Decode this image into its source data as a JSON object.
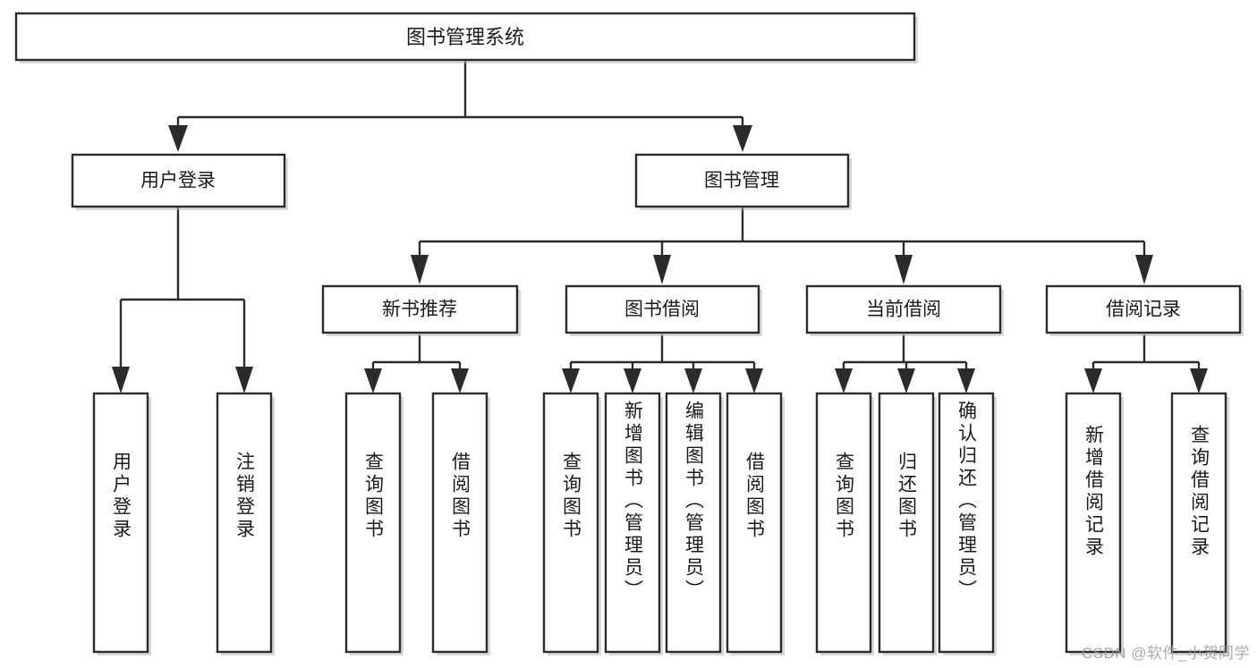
{
  "diagram": {
    "type": "tree-hierarchy-chart",
    "title": "图书管理系统",
    "colors": {
      "box_stroke": "#2b2b2b",
      "box_fill": "#ffffff",
      "connector": "#2b2b2b",
      "text": "#1a1a1a",
      "watermark": "#9a9a9a",
      "background": "#ffffff"
    },
    "root": {
      "label": "图书管理系统"
    },
    "level1": [
      {
        "label": "用户登录"
      },
      {
        "label": "图书管理"
      }
    ],
    "level2": [
      {
        "label": "新书推荐"
      },
      {
        "label": "图书借阅"
      },
      {
        "label": "当前借阅"
      },
      {
        "label": "借阅记录"
      }
    ],
    "leaves": {
      "user_login": [
        {
          "label": "用户登录"
        },
        {
          "label": "注销登录"
        }
      ],
      "new_book_recommend": [
        {
          "label": "查询图书"
        },
        {
          "label": "借阅图书"
        }
      ],
      "book_borrow": [
        {
          "label": "查询图书"
        },
        {
          "label": "新增图书（管理员）"
        },
        {
          "label": "编辑图书（管理员）"
        },
        {
          "label": "借阅图书"
        }
      ],
      "current_borrow": [
        {
          "label": "查询图书"
        },
        {
          "label": "归还图书"
        },
        {
          "label": "确认归还（管理员）"
        }
      ],
      "borrow_record": [
        {
          "label": "新增借阅记录"
        },
        {
          "label": "查询借阅记录"
        }
      ]
    }
  },
  "watermark": {
    "text": "CSDN @软件_小贺同学"
  }
}
